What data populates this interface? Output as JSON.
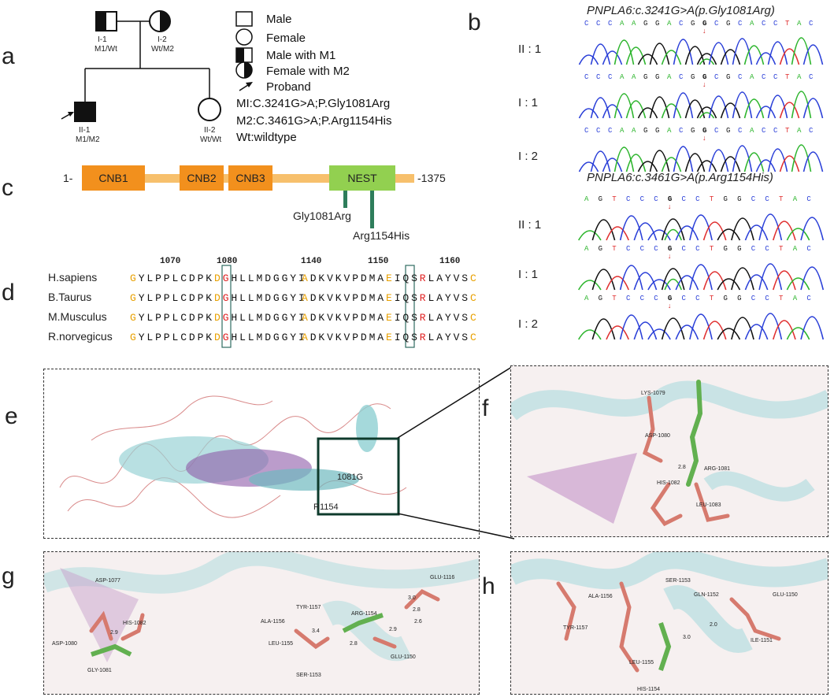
{
  "panel_labels": {
    "a": "a",
    "b": "b",
    "c": "c",
    "d": "d",
    "e": "e",
    "f": "f",
    "g": "g",
    "h": "h"
  },
  "pedigree": {
    "individuals": [
      {
        "id": "I-1",
        "genotype": "M1/Wt"
      },
      {
        "id": "I-2",
        "genotype": "Wt/M2"
      },
      {
        "id": "II-1",
        "genotype": "M1/M2"
      },
      {
        "id": "II-2",
        "genotype": "Wt/Wt"
      }
    ],
    "legend": [
      "Male",
      "Female",
      "Male with M1",
      "Female with M2",
      "Proband"
    ],
    "mutations": [
      "MI:C.3241G>A;P.Gly1081Arg",
      "M2:C.3461G>A;P.Arg1154His",
      "Wt:wildtype"
    ]
  },
  "sanger": {
    "title1": "PNPLA6:c.3241G>A(p.Gly1081Arg)",
    "title2": "PNPLA6:c.3461G>A(p.Arg1154His)",
    "seq1": "CCCAAGGACGGCGCACCTAC",
    "seq2": "AGTCCCGCCTGGCCTAC",
    "rows1": [
      "II : 1",
      "I : 1",
      "I : 2"
    ],
    "rows2": [
      "II : 1",
      "I : 1",
      "I : 2"
    ]
  },
  "domains": {
    "start": "1-",
    "end": "-1375",
    "items": [
      "CNB1",
      "CNB2",
      "CNB3",
      "NEST"
    ],
    "mut1": "Gly1081Arg",
    "mut2": "Arg1154His",
    "colors": {
      "backbone": "#f7c06c",
      "cnb": "#f2901d",
      "nest": "#92d050",
      "stem": "#2e7d5b"
    }
  },
  "alignment": {
    "positions": [
      "1070",
      "1080",
      "1140",
      "1150",
      "1160"
    ],
    "species": [
      "H.sapiens",
      "B.Taurus",
      "M.Musculus",
      "R.norvegicus"
    ],
    "seqA": "GYLPPLCDPKDGHLLMDGGYI",
    "seqB": "ADKVKVPDMAEIQSRLAYVSC",
    "colors": {
      "conserved": "#e8a000",
      "mutant": "#e02020",
      "normal": "#111111"
    }
  },
  "structure": {
    "e_labels": [
      "1081G",
      "R1154"
    ],
    "f_labels": [
      "LYS-1079",
      "ASP-1080",
      "ARG-1081",
      "HIS-1082",
      "LEU-1083",
      "2.8"
    ],
    "g_labels": [
      "ASP-1077",
      "HIS-1082",
      "ASP-1080",
      "GLY-1081",
      "GLU-1116",
      "TYR-1157",
      "ARG-1154",
      "ALA-1156",
      "LEU-1155",
      "SER-1153",
      "GLU-1150",
      "3.0",
      "2.8",
      "2.6",
      "3.4",
      "2.8",
      "2.9",
      "2.9"
    ],
    "h_labels": [
      "SER-1153",
      "ALA-1156",
      "GLN-1152",
      "GLU-1150",
      "TYR-1157",
      "ILE-1151",
      "LEU-1155",
      "HIS-1154",
      "2.0",
      "3.0"
    ]
  }
}
